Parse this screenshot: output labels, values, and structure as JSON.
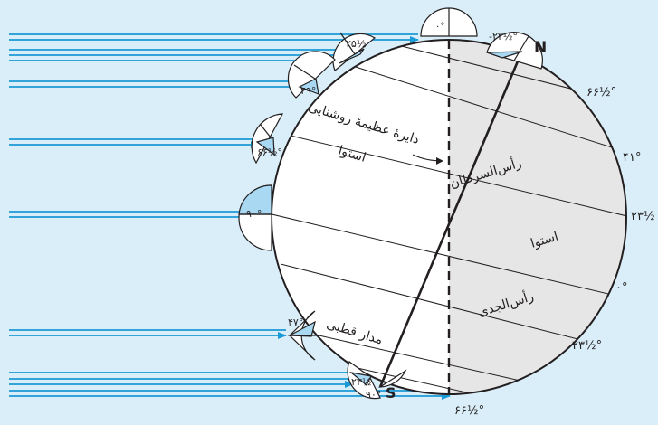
{
  "colors": {
    "background": "#d9eef8",
    "sun_ray": "#1a9ad6",
    "dark_half": "#e6e6e6",
    "angle_fill": "#a9d9f2",
    "outline": "#231f20"
  },
  "labels": {
    "north": "N",
    "south": "S",
    "tropic_cancer": "رأس‌السرطان",
    "equator_right": "استوا",
    "tropic_capricorn": "رأس‌الجدی",
    "equator_left": "استوا",
    "circle_of_illumination": "دایرهٔ عظیمهٔ روشنایی",
    "polar_circle": "مدار قطبی"
  },
  "latitudes": {
    "arctic": "۶۶½°",
    "lat41": "۴۱°",
    "tropic_n": "۲۳½",
    "equator": "۰°",
    "tropic_s": "۲۳½°",
    "antarctic": "۶۶½°"
  },
  "sun_angles": {
    "top_cap": "۰°",
    "north_cap": "-۲۳½°",
    "a25": "۲۵½",
    "a49": "۴۹°",
    "a66": "۶۶½°",
    "a90": "۹۰°",
    "a47": "۴۷°",
    "south_23": "۲۳½",
    "south_90": "۹۰°"
  }
}
